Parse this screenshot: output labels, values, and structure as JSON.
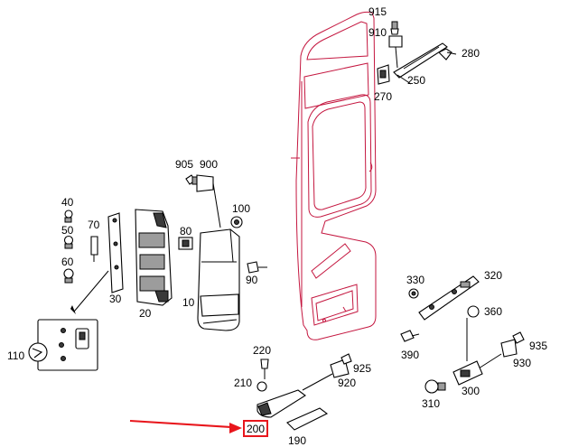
{
  "labels": {
    "l915": "915",
    "l910": "910",
    "l280": "280",
    "l250": "250",
    "l270": "270",
    "l905": "905",
    "l900": "900",
    "l40": "40",
    "l70": "70",
    "l100": "100",
    "l50": "50",
    "l80": "80",
    "l60": "60",
    "l90": "90",
    "l30": "30",
    "l20": "20",
    "l10": "10",
    "l330": "330",
    "l320": "320",
    "l360": "360",
    "l110": "110",
    "l390": "390",
    "l935": "935",
    "l220": "220",
    "l925": "925",
    "l930": "930",
    "l210": "210",
    "l920": "920",
    "l310": "310",
    "l300": "300",
    "l200": "200",
    "l190": "190"
  },
  "highlight": {
    "part": "200",
    "color": "#e8161c"
  }
}
